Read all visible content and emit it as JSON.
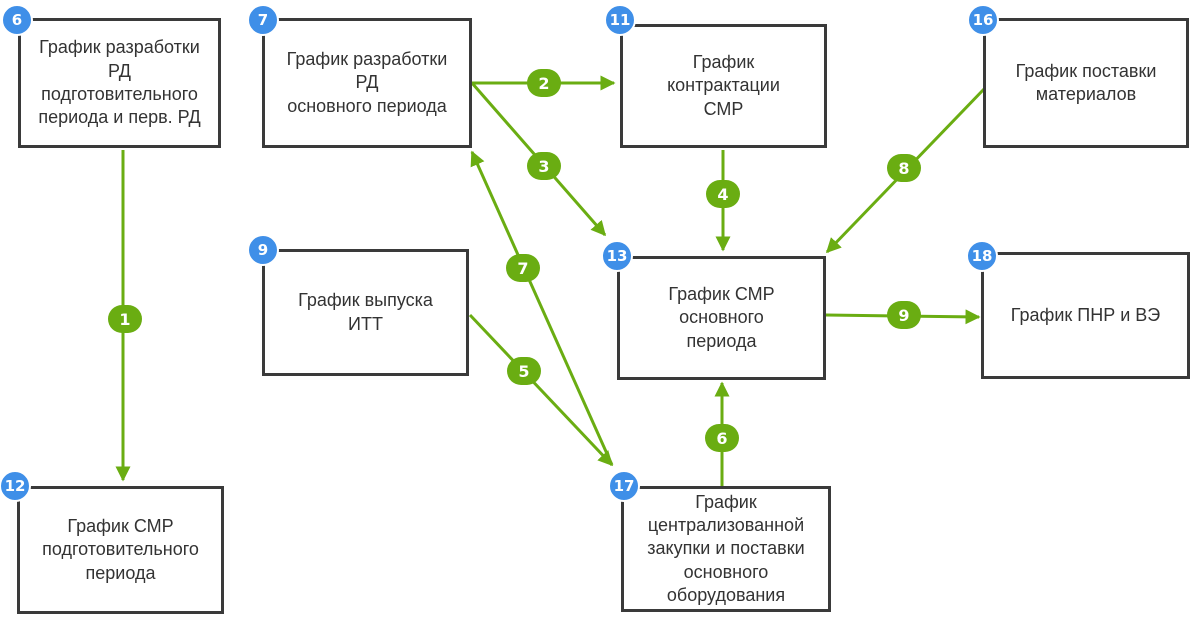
{
  "colors": {
    "edge": "#6aad12",
    "node_badge": "#3f8fe8",
    "node_border": "#3a3a3a"
  },
  "nodes": [
    {
      "id": "n6",
      "badge": "6",
      "label": "График разработки\nРД\nподготовительного\nпериода и перв. РД"
    },
    {
      "id": "n7",
      "badge": "7",
      "label": "График разработки\nРД\nосновного периода"
    },
    {
      "id": "n11",
      "badge": "11",
      "label": "График\nконтрактации\nСМР"
    },
    {
      "id": "n16",
      "badge": "16",
      "label": "График поставки\nматериалов"
    },
    {
      "id": "n9",
      "badge": "9",
      "label": "График выпуска\nИТТ"
    },
    {
      "id": "n13",
      "badge": "13",
      "label": "График СМР\nосновного\nпериода"
    },
    {
      "id": "n18",
      "badge": "18",
      "label": "График ПНР и ВЭ"
    },
    {
      "id": "n12",
      "badge": "12",
      "label": "График СМР\nподготовительного\nпериода"
    },
    {
      "id": "n17",
      "badge": "17",
      "label": "График\nцентрализованной\nзакупки и поставки\nосновного\nоборудования"
    }
  ],
  "edges": [
    {
      "id": "e1",
      "label": "1",
      "from": "n6",
      "to": "n12"
    },
    {
      "id": "e2",
      "label": "2",
      "from": "n7",
      "to": "n11"
    },
    {
      "id": "e3",
      "label": "3",
      "from": "n7",
      "to": "n13"
    },
    {
      "id": "e4",
      "label": "4",
      "from": "n11",
      "to": "n13"
    },
    {
      "id": "e5",
      "label": "5",
      "from": "n9",
      "to": "n17"
    },
    {
      "id": "e6",
      "label": "6",
      "from": "n17",
      "to": "n13"
    },
    {
      "id": "e7",
      "label": "7",
      "from": "n17",
      "to": "n7"
    },
    {
      "id": "e8",
      "label": "8",
      "from": "n16",
      "to": "n13"
    },
    {
      "id": "e9",
      "label": "9",
      "from": "n13",
      "to": "n18"
    }
  ]
}
